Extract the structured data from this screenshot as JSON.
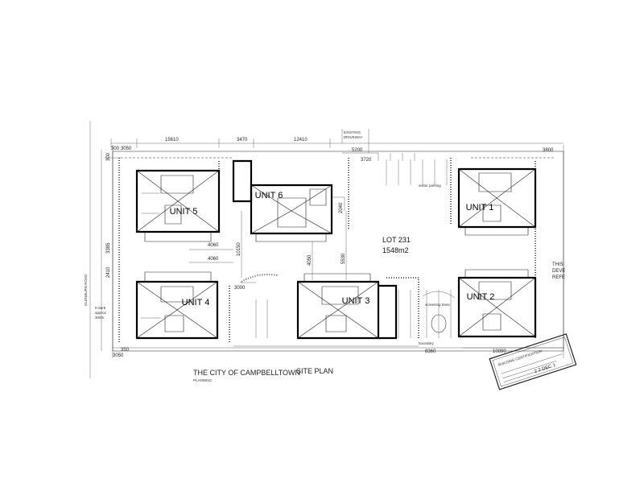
{
  "plan": {
    "title": "SITE PLAN",
    "council_text": "THE CITY OF CAMPBELLTOWN",
    "council_sub": "PLANNING",
    "lot": {
      "name": "LOT 231",
      "area": "1548m2"
    },
    "road": "GLENBURN ROAD",
    "stamp": {
      "line1": "BUILDING CERTIFICATION",
      "line2": "2 2 DEC 1"
    },
    "right_margin_text": [
      "THIS",
      "DEVE",
      "REFE"
    ],
    "driveway_label": [
      "EXISTING",
      "DRIVEWAY"
    ],
    "units": [
      {
        "id": "unit-1",
        "label": "UNIT 1"
      },
      {
        "id": "unit-2",
        "label": "UNIT 2"
      },
      {
        "id": "unit-3",
        "label": "UNIT 3"
      },
      {
        "id": "unit-4",
        "label": "UNIT 4"
      },
      {
        "id": "unit-5",
        "label": "UNIT 5"
      },
      {
        "id": "unit-6",
        "label": "UNIT 6"
      }
    ],
    "dimensions": {
      "top_300": "300",
      "top_3050": "3050",
      "top_15610": "15610",
      "top_3470": "3470",
      "top_12410": "12410",
      "top_5200": "5200",
      "top_3720": "3720",
      "top_3800": "3800",
      "mid_4060a": "4060",
      "mid_4060b": "4060",
      "mid_10150": "10150",
      "mid_3000": "3000",
      "mid_4050": "4050",
      "mid_5530": "5530",
      "mid_2040": "2040",
      "left_3385": "3385",
      "left_2410": "2410",
      "left_300": "300",
      "bottom_3050": "3050",
      "bottom_350": "350",
      "bottom_8360": "8360",
      "bottom_10090": "10090"
    },
    "notes": {
      "kerb": [
        "K-kerb",
        "approx",
        "300m"
      ],
      "visitor_parking": "visitor parking",
      "boundary": "boundary",
      "screen": "screening trees"
    }
  }
}
